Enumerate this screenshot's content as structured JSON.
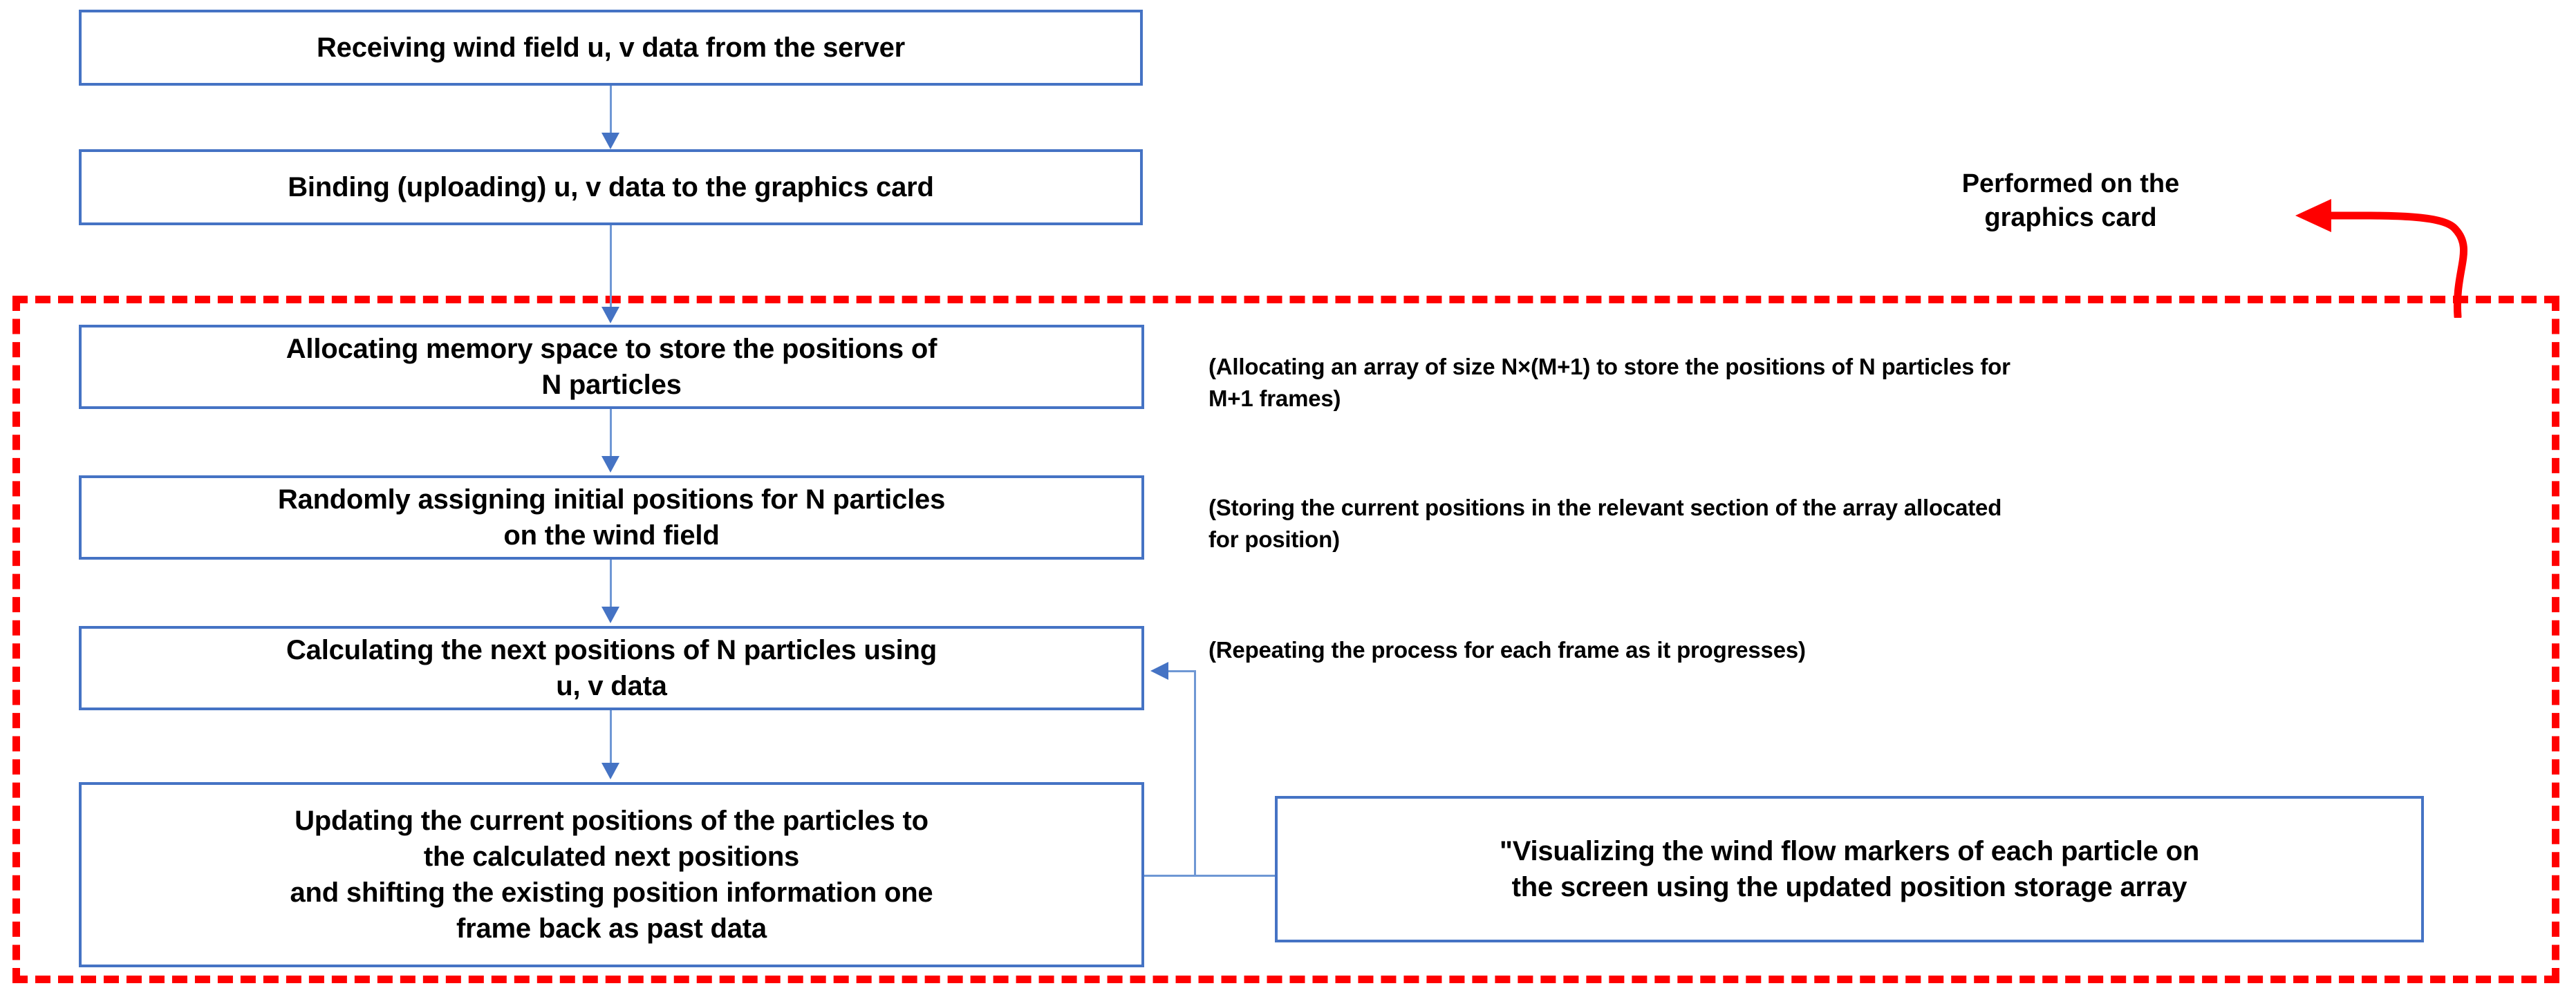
{
  "diagram": {
    "title_absent": true,
    "colors": {
      "box_border": "#4573C4",
      "connector": "#6E97D4",
      "region_border": "#FF0000",
      "text": "#000000",
      "background": "#FFFFFF"
    },
    "steps": [
      {
        "id": "receive-data",
        "label": "Receiving wind field u, v data from the server"
      },
      {
        "id": "bind-data",
        "label": "Binding (uploading) u, v data to the graphics card"
      },
      {
        "id": "allocate-memory",
        "line1": "Allocating memory space to store the positions of",
        "line2": "N particles"
      },
      {
        "id": "assign-initial-positions",
        "line1": "Randomly assigning initial positions for N particles",
        "line2": "on the wind field"
      },
      {
        "id": "calculate-next-positions",
        "line1": "Calculating the next positions of N particles using",
        "line2": "u, v data"
      },
      {
        "id": "update-positions",
        "line1": "Updating the current positions of the particles to",
        "line2": "the calculated next positions",
        "line3": "and shifting the existing position information one",
        "line4": "frame back as past data"
      }
    ],
    "visualize_box": {
      "id": "visualize-markers",
      "line1": "\"Visualizing the wind flow markers of each particle on",
      "line2": "the screen using the updated position storage array"
    },
    "notes": [
      {
        "id": "note-allocate",
        "line1": "(Allocating an array of size N×(M+1) to store the positions of N particles for",
        "line2": "M+1 frames)"
      },
      {
        "id": "note-store",
        "line1": "(Storing the current positions in the relevant section of the array allocated",
        "line2": "for position)"
      },
      {
        "id": "note-repeat",
        "line1": "(Repeating the process for each frame as it progresses)"
      }
    ],
    "callout": {
      "id": "gpu-callout",
      "line1": "Performed on the",
      "line2": "graphics card"
    }
  }
}
